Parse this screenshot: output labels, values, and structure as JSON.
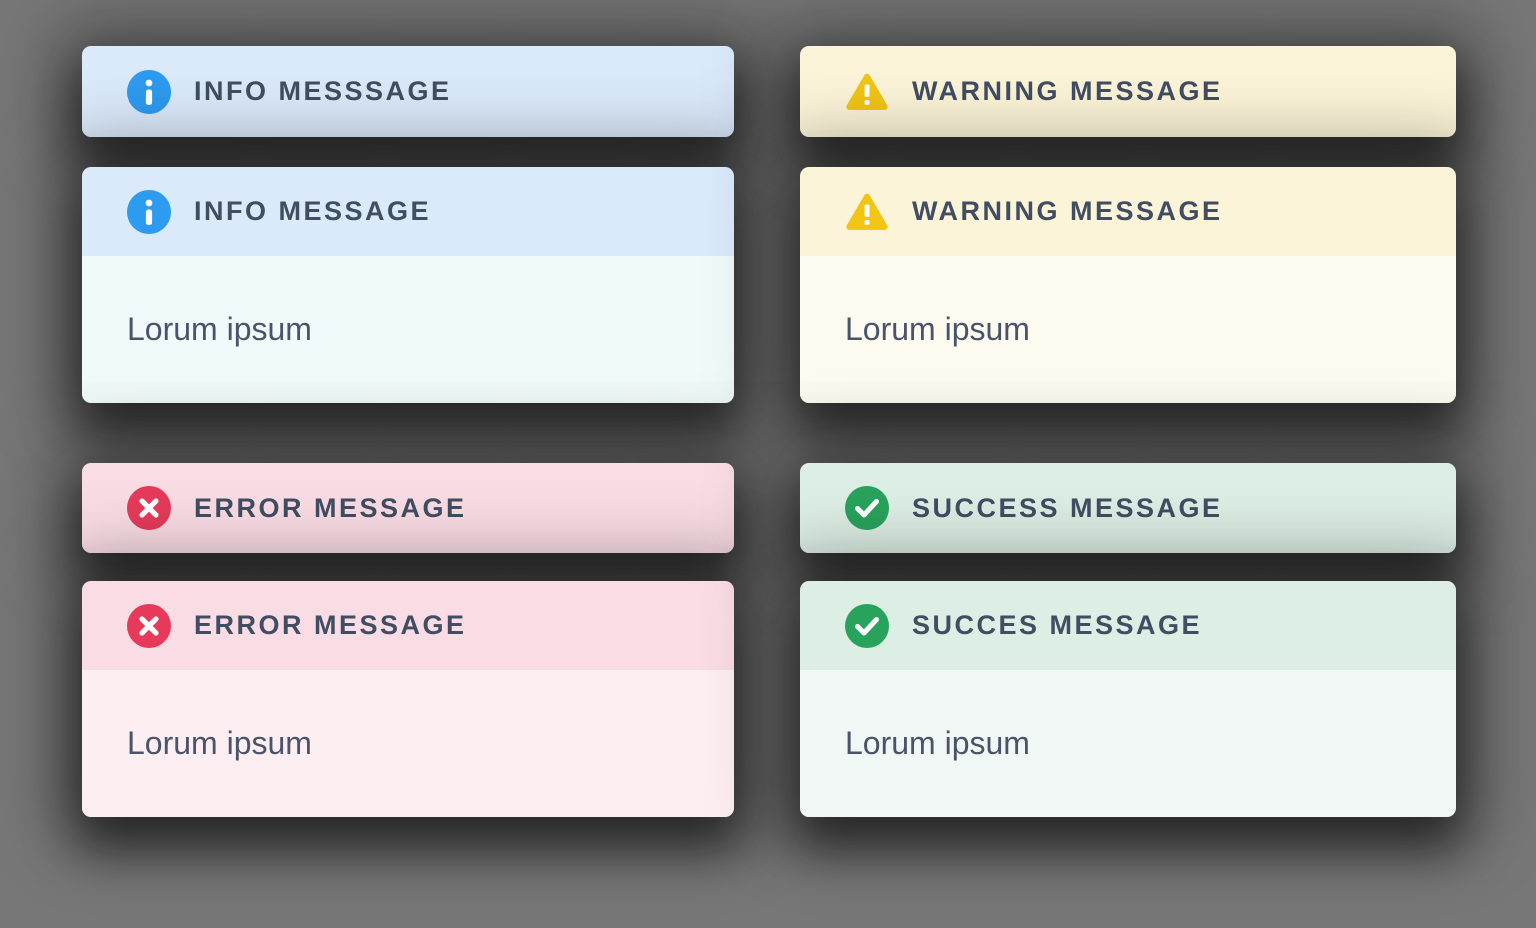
{
  "page": {
    "description": "Alert / message component set on gray backdrop",
    "background_color": "#777777"
  },
  "colors": {
    "title_text": "#414d62",
    "body_text": "#49536a",
    "info": {
      "accent": "#2d9bf0",
      "header_bg": "#dbeafb",
      "body_bg": "#f1fafa"
    },
    "warning": {
      "accent": "#f2c512",
      "header_bg": "#fcf4d8",
      "body_bg": "#fdfaf0"
    },
    "error": {
      "accent": "#e73a5b",
      "header_bg": "#fadde4",
      "body_bg": "#fdeef2"
    },
    "success": {
      "accent": "#28a35c",
      "header_bg": "#ddeee4",
      "body_bg": "#f1f7f4"
    }
  },
  "icons": {
    "info": "info-circle-icon",
    "warning": "warning-triangle-icon",
    "error": "error-cross-icon",
    "success": "success-check-icon"
  },
  "alerts": {
    "info_banner": {
      "title": "INFO MESSSAGE"
    },
    "info_card": {
      "title": "INFO MESSAGE",
      "body": "Lorum ipsum"
    },
    "warning_banner": {
      "title": "WARNING MESSAGE"
    },
    "warning_card": {
      "title": "WARNING MESSAGE",
      "body": "Lorum ipsum"
    },
    "error_banner": {
      "title": "ERROR MESSAGE"
    },
    "error_card": {
      "title": "ERROR MESSAGE",
      "body": "Lorum ipsum"
    },
    "success_banner": {
      "title": "SUCCESS MESSAGE"
    },
    "success_card": {
      "title": "SUCCES MESSAGE",
      "body": "Lorum ipsum"
    }
  }
}
